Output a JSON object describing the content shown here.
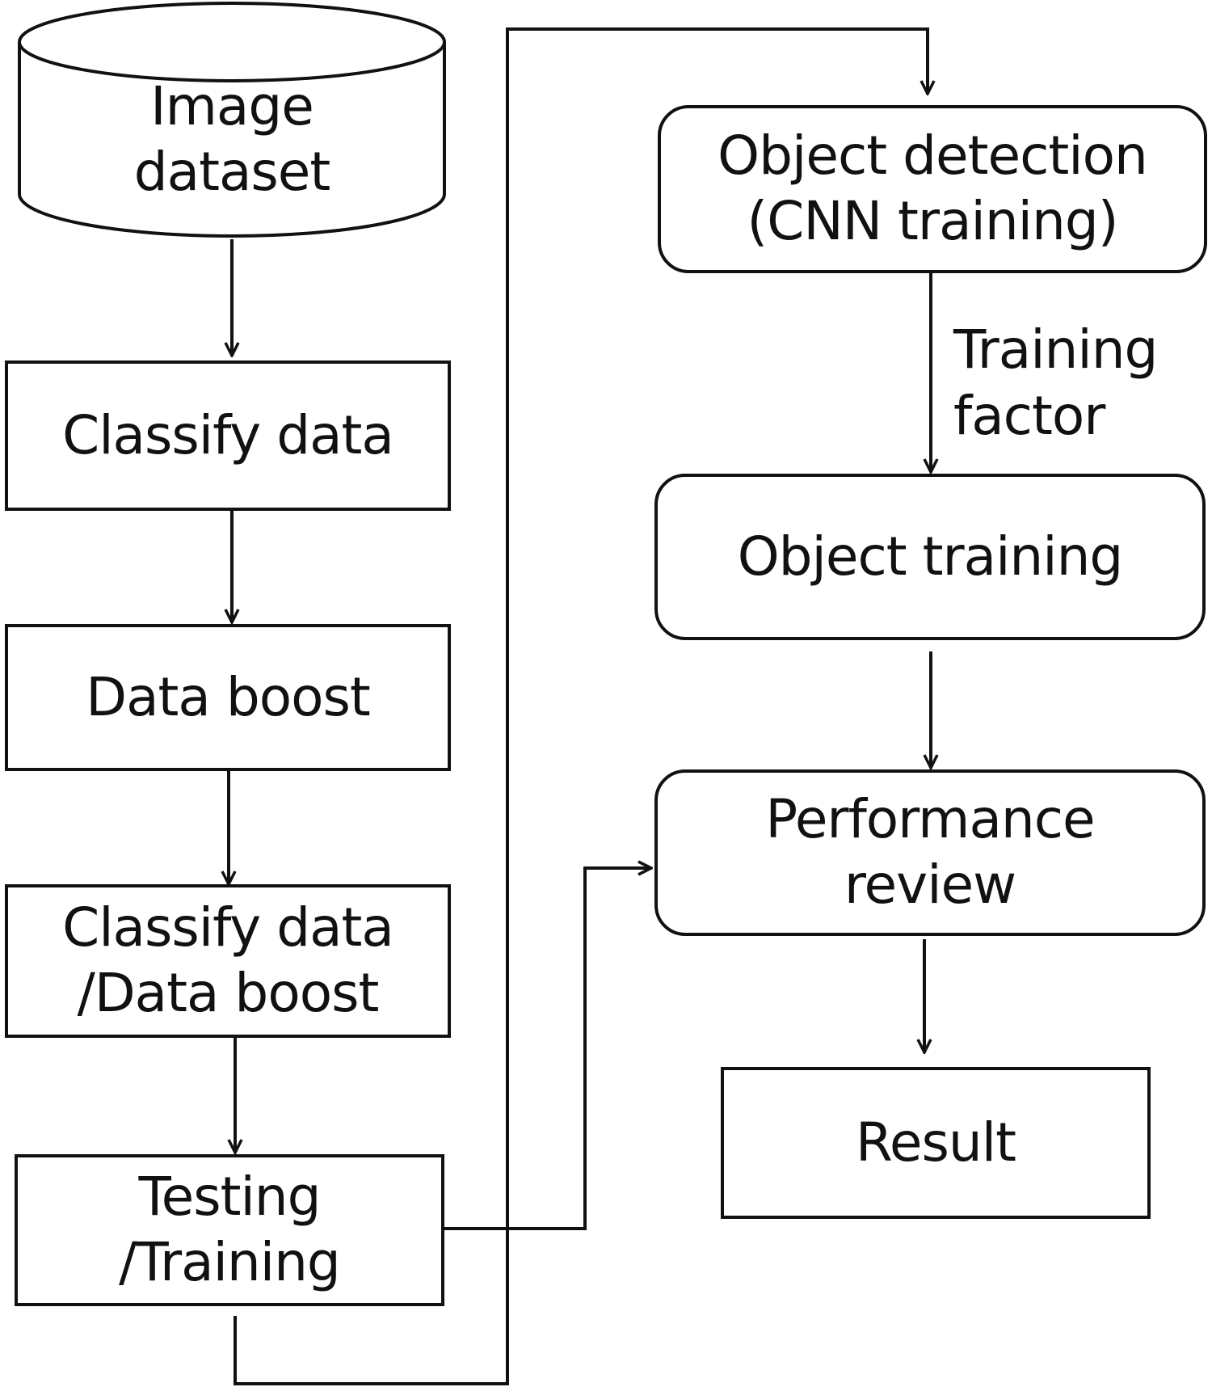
{
  "diagram": {
    "nodes": {
      "image_dataset": {
        "lines": [
          "Image",
          "dataset"
        ],
        "shape": "cylinder"
      },
      "classify_data": {
        "lines": [
          "Classify data"
        ],
        "shape": "rectangle"
      },
      "data_boost": {
        "lines": [
          "Data boost"
        ],
        "shape": "rectangle"
      },
      "classify_boost": {
        "lines": [
          "Classify data",
          "/Data boost"
        ],
        "shape": "rectangle"
      },
      "testing_training": {
        "lines": [
          "Testing",
          "/Training"
        ],
        "shape": "rectangle"
      },
      "object_detection": {
        "lines": [
          "Object detection",
          "(CNN training)"
        ],
        "shape": "rounded-rectangle"
      },
      "object_training": {
        "lines": [
          "Object training"
        ],
        "shape": "rounded-rectangle"
      },
      "performance_review": {
        "lines": [
          "Performance",
          "review"
        ],
        "shape": "rounded-rectangle"
      },
      "result": {
        "lines": [
          "Result"
        ],
        "shape": "rectangle"
      }
    },
    "edges": [
      {
        "from": "image_dataset",
        "to": "classify_data"
      },
      {
        "from": "classify_data",
        "to": "data_boost"
      },
      {
        "from": "data_boost",
        "to": "classify_boost"
      },
      {
        "from": "classify_boost",
        "to": "testing_training"
      },
      {
        "from": "testing_training",
        "to": "object_detection"
      },
      {
        "from": "testing_training",
        "to": "performance_review"
      },
      {
        "from": "object_detection",
        "to": "object_training",
        "label": [
          "Training",
          "factor"
        ]
      },
      {
        "from": "object_training",
        "to": "performance_review"
      },
      {
        "from": "performance_review",
        "to": "result"
      }
    ],
    "colors": {
      "line": "#111111",
      "background": "#ffffff"
    }
  }
}
